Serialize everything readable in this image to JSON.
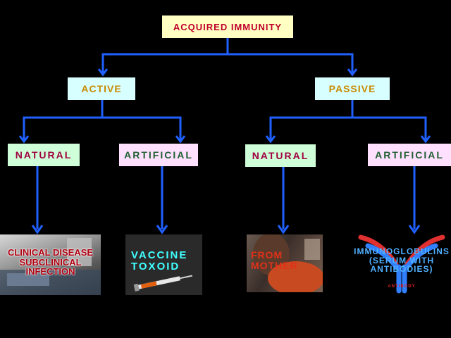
{
  "root": {
    "label": "ACQUIRED IMMUNITY"
  },
  "branches": {
    "active": {
      "label": "ACTIVE"
    },
    "passive": {
      "label": "PASSIVE"
    }
  },
  "leaves": {
    "active_natural": {
      "label": "NATURAL"
    },
    "active_artificial": {
      "label": "ARTIFICIAL"
    },
    "passive_natural": {
      "label": "NATURAL"
    },
    "passive_artificial": {
      "label": "ARTIFICIAL"
    }
  },
  "examples": {
    "active_natural": {
      "lines": [
        "CLINICAL DISEASE",
        "SUBCLINICAL",
        "INFECTION"
      ]
    },
    "active_artificial": {
      "lines": [
        "VACCINE",
        "TOXOID"
      ]
    },
    "passive_natural": {
      "lines": [
        "FROM",
        "MOTHER"
      ]
    },
    "passive_artificial": {
      "lines": [
        "IMMUNOGLOBULINS",
        "(SERUM WITH",
        "ANTIBODIES)"
      ],
      "caption": "ANTIBODY"
    }
  },
  "colors": {
    "connector": "#2060ff",
    "background": "#000000"
  }
}
